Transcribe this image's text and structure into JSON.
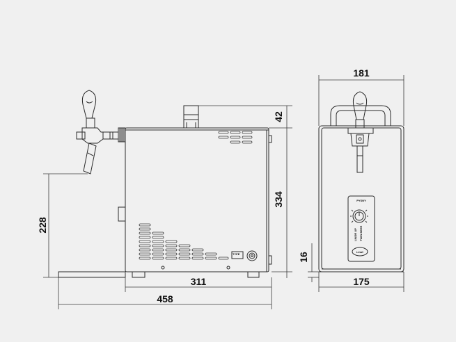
{
  "dimensions": {
    "top_width": "181",
    "handle_height": "42",
    "body_height": "334",
    "tap_height": "228",
    "feet_height": "16",
    "body_depth": "311",
    "total_depth": "458",
    "front_base_width": "175"
  },
  "control_panel": {
    "knob_label": "PYSNY",
    "side_text": "LINDR UP",
    "side_text2": "TWIN BEER",
    "logo_text": "Lindr"
  },
  "colors": {
    "line": "#2a2a2a",
    "background": "#f0f0f0"
  }
}
